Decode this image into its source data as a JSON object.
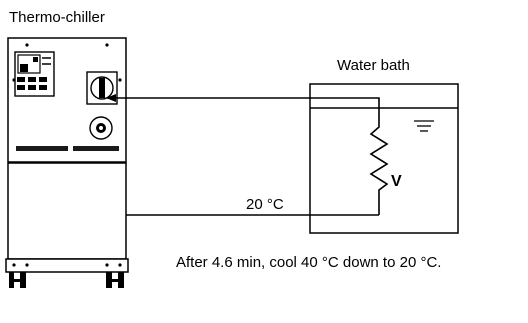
{
  "labels": {
    "chiller": "Thermo-chiller",
    "water_bath": "Water bath",
    "outlet_temperature": "20 °C",
    "volume": "V",
    "note": "After 4.6 min, cool 40 °C down to 20 °C."
  },
  "colors": {
    "stroke": "#000000",
    "fill": "#ffffff",
    "panel_fill": "#1a1a1a"
  }
}
